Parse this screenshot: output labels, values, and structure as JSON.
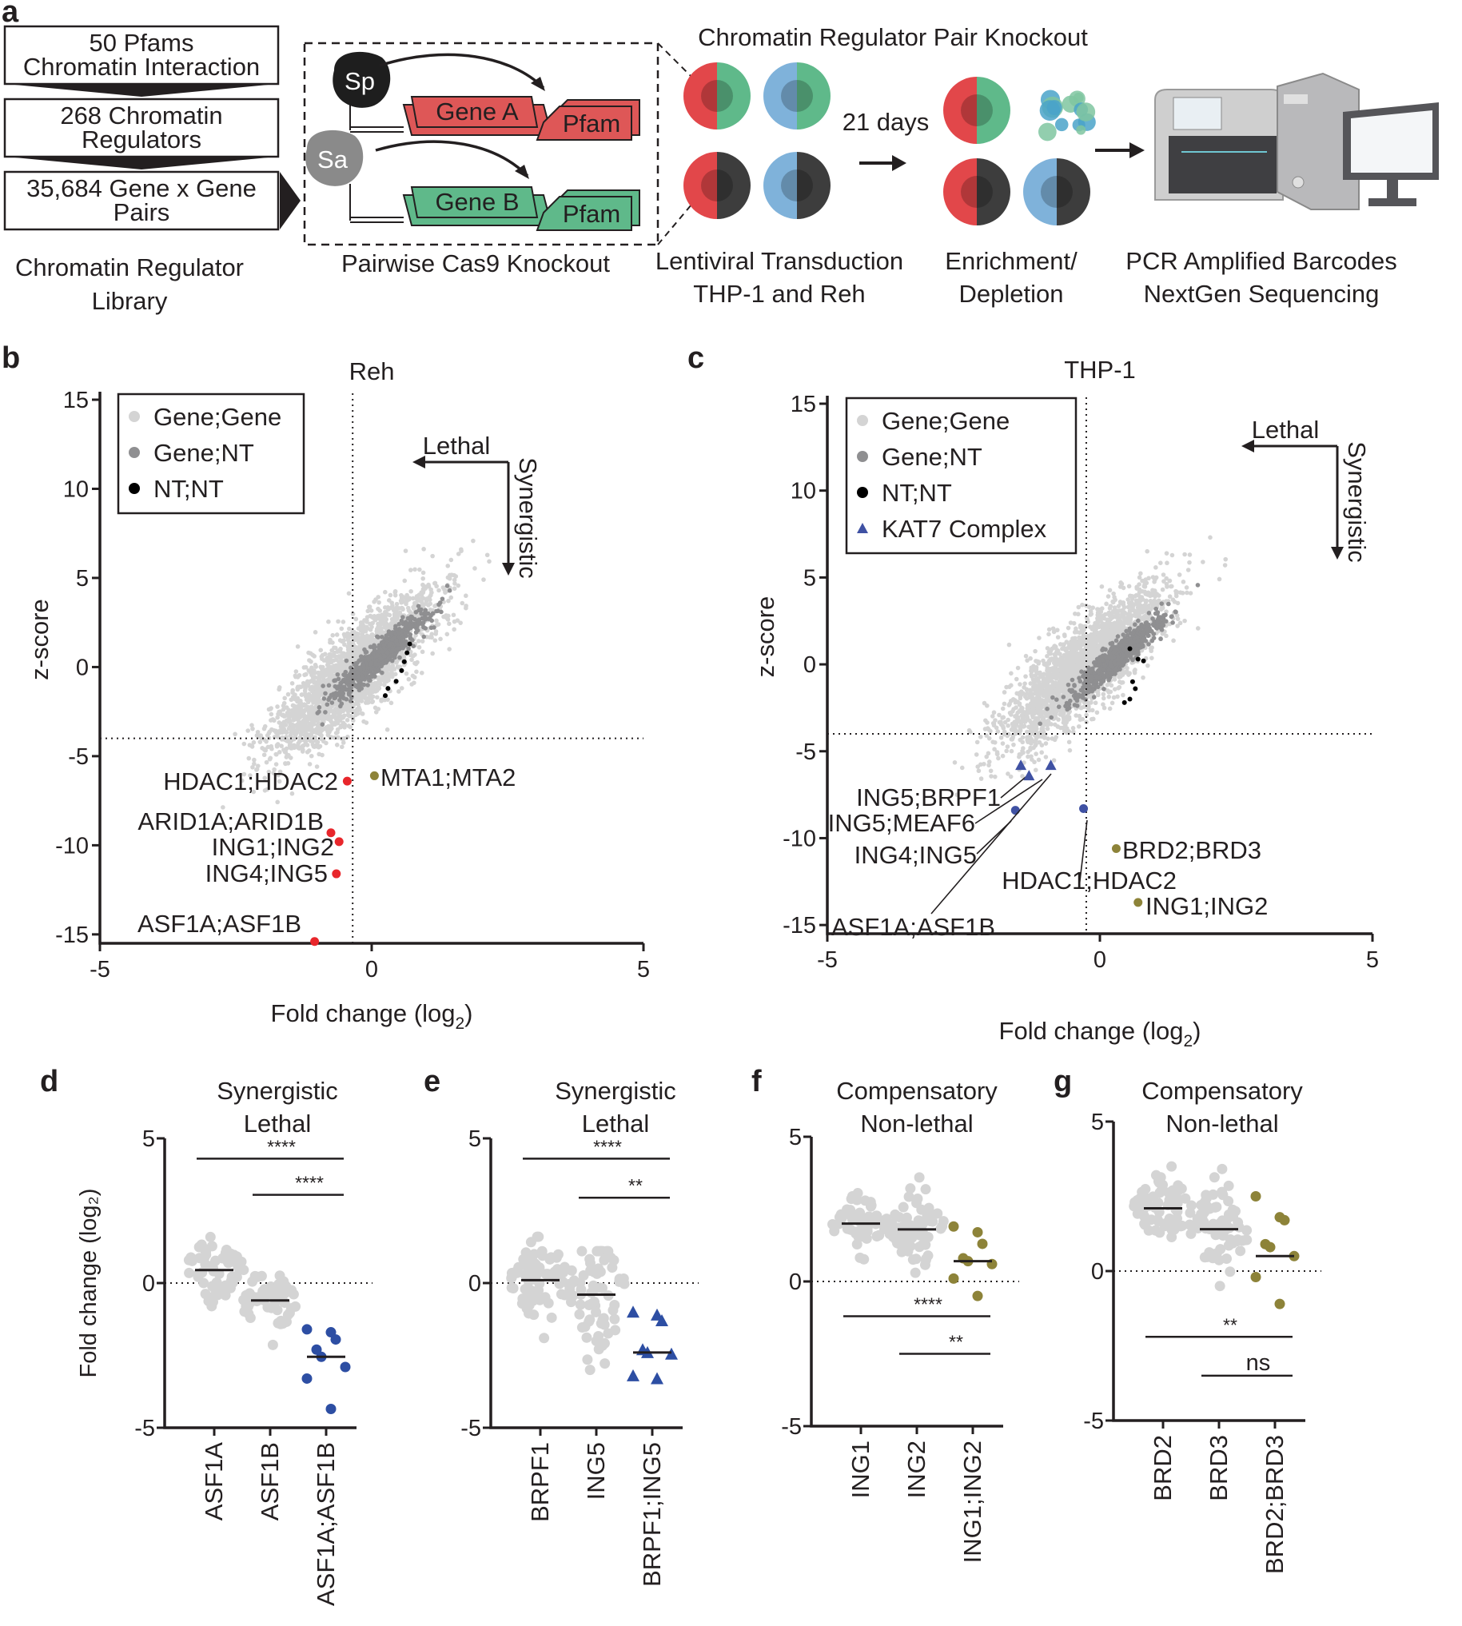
{
  "panel_a": {
    "label": "a",
    "library": {
      "steps": [
        "50 Pfams\nChromatin Interaction",
        "268 Chromatin\nRegulators",
        "35,684 Gene x Gene\nPairs"
      ],
      "caption": "Chromatin Regulator\nLibrary"
    },
    "knockout": {
      "sp": "Sp",
      "sa": "Sa",
      "gene_a": "Gene A",
      "gene_b": "Gene B",
      "pfam": "Pfam",
      "caption": "Pairwise Cas9 Knockout"
    },
    "title": "Chromatin Regulator Pair Knockout",
    "days": "21 days",
    "transduction_caption": "Lentiviral Transduction\nTHP-1 and Reh",
    "enrichment_caption": "Enrichment/\nDepletion",
    "sequencing_caption": "PCR Amplified Barcodes\nNextGen Sequencing",
    "colors": {
      "red": "#e2474a",
      "green": "#5fb98a",
      "blue": "#7fb2da",
      "dark": "#3d3d3d",
      "gene_a": "#de5757",
      "gene_b": "#5fb98a"
    }
  },
  "chart_data": [
    {
      "panel": "b",
      "type": "scatter",
      "title": "Reh",
      "xlabel": "Fold change (log",
      "xlabel_sub": "2",
      "xlabel_end": ")",
      "ylabel": "z-score",
      "xlim": [
        -5,
        5
      ],
      "ylim": [
        -15.5,
        15
      ],
      "xticks": [
        -5,
        0,
        5
      ],
      "yticks": [
        15,
        10,
        5,
        0,
        -5,
        -10,
        -15
      ],
      "xref": -0.35,
      "yref": -4,
      "legend": [
        {
          "name": "Gene;Gene",
          "color": "#d4d4d4",
          "marker": "circle"
        },
        {
          "name": "Gene;NT",
          "color": "#8f8f91",
          "marker": "circle"
        },
        {
          "name": "NT;NT",
          "color": "#000000",
          "marker": "circle"
        }
      ],
      "arrows": {
        "horizontal": "Lethal",
        "vertical": "Synergistic"
      },
      "clouds": {
        "gene_gene": {
          "cx": -0.35,
          "cy": -0.4
        },
        "gene_nt": {
          "cx": 0.15,
          "cy": 0.6
        }
      },
      "nt_nt": [
        [
          0.3,
          -1.2
        ],
        [
          0.45,
          -0.8
        ],
        [
          0.55,
          -0.2
        ],
        [
          0.6,
          0.3
        ],
        [
          0.65,
          0.8
        ],
        [
          0.7,
          1.3
        ],
        [
          0.25,
          -1.6
        ]
      ],
      "highlighted": [
        {
          "label": "HDAC1;HDAC2",
          "x": -0.45,
          "y": -6.4,
          "color": "#e8262b"
        },
        {
          "label": "MTA1;MTA2",
          "x": 0.05,
          "y": -6.1,
          "color": "#8d8339"
        },
        {
          "label": "ARID1A;ARID1B",
          "x": -0.75,
          "y": -9.3,
          "color": "#e8262b"
        },
        {
          "label": "ING1;ING2",
          "x": -0.6,
          "y": -9.8,
          "color": "#e8262b"
        },
        {
          "label": "ING4;ING5",
          "x": -0.65,
          "y": -11.6,
          "color": "#e8262b"
        },
        {
          "label": "ASF1A;ASF1B",
          "x": -1.05,
          "y": -15.4,
          "color": "#e8262b"
        }
      ]
    },
    {
      "panel": "c",
      "type": "scatter",
      "title": "THP-1",
      "xlabel": "Fold change (log",
      "xlabel_sub": "2",
      "xlabel_end": ")",
      "ylabel": "z-score",
      "xlim": [
        -5,
        5
      ],
      "ylim": [
        -15.5,
        15
      ],
      "xticks": [
        -5,
        0,
        5
      ],
      "yticks": [
        15,
        10,
        5,
        0,
        -5,
        -10,
        -15
      ],
      "xref": -0.25,
      "yref": -4,
      "legend": [
        {
          "name": "Gene;Gene",
          "color": "#d4d4d4",
          "marker": "circle"
        },
        {
          "name": "Gene;NT",
          "color": "#8f8f91",
          "marker": "circle"
        },
        {
          "name": "NT;NT",
          "color": "#000000",
          "marker": "circle"
        },
        {
          "name": "KAT7 Complex",
          "color": "#3f51a3",
          "marker": "triangle"
        }
      ],
      "arrows": {
        "horizontal": "Lethal",
        "vertical": "Synergistic"
      },
      "clouds": {
        "gene_gene": {
          "cx": -0.3,
          "cy": -0.2
        },
        "gene_nt": {
          "cx": 0.3,
          "cy": 0.4
        }
      },
      "nt_nt": [
        [
          0.55,
          0.9
        ],
        [
          0.7,
          0.3
        ],
        [
          0.8,
          0.2
        ],
        [
          0.6,
          -1.0
        ],
        [
          0.65,
          -1.4
        ],
        [
          0.55,
          -2.0
        ],
        [
          0.45,
          -2.2
        ]
      ],
      "highlighted": [
        {
          "label": "ING5;BRPF1",
          "x": -1.45,
          "y": -5.8,
          "color": "#3f51a3",
          "marker": "triangle"
        },
        {
          "label": "ING5;MEAF6",
          "x": -1.3,
          "y": -6.4,
          "color": "#3f51a3",
          "marker": "triangle"
        },
        {
          "label": "",
          "x": -0.9,
          "y": -5.8,
          "color": "#3f51a3",
          "marker": "triangle"
        },
        {
          "label": "ING4;ING5",
          "x": -1.55,
          "y": -8.4,
          "color": "#3f51a3",
          "marker": "circle"
        },
        {
          "label": "HDAC1;HDAC2",
          "x": -0.3,
          "y": -8.3,
          "color": "#3f51a3",
          "marker": "circle"
        },
        {
          "label": "BRD2;BRD3",
          "x": 0.3,
          "y": -10.6,
          "color": "#8d8339",
          "marker": "circle"
        },
        {
          "label": "ING1;ING2",
          "x": 0.7,
          "y": -13.7,
          "color": "#8d8339",
          "marker": "circle"
        },
        {
          "label": "ASF1A;ASF1B",
          "x": null,
          "y": null
        }
      ]
    },
    {
      "panel": "d",
      "type": "scatter",
      "title": "Synergistic\nLethal",
      "ylabel": "Fold change (log₂)",
      "ylim": [
        -5,
        5
      ],
      "yticks": [
        5,
        0,
        -5
      ],
      "categories": [
        "ASF1A",
        "ASF1B",
        "ASF1A;ASF1B"
      ],
      "medians": [
        0.45,
        -0.6,
        -2.55
      ],
      "groups": [
        {
          "color": "#d4d4d4",
          "center": 0.45,
          "spread": 0.55,
          "min": -0.8,
          "max": 2.7,
          "n": 60
        },
        {
          "color": "#d4d4d4",
          "center": -0.6,
          "spread": 0.6,
          "min": -2.2,
          "max": 1.0,
          "n": 60
        },
        {
          "color": "#2d4ea3",
          "marker": "circle",
          "points": [
            -1.6,
            -1.7,
            -1.95,
            -2.3,
            -2.55,
            -2.9,
            -3.3,
            -4.35
          ]
        }
      ],
      "significance": [
        {
          "from": 0,
          "to": 2,
          "label": "****",
          "y": 4.3
        },
        {
          "from": 1,
          "to": 2,
          "label": "****",
          "y": 3.05
        }
      ]
    },
    {
      "panel": "e",
      "type": "scatter",
      "title": "Synergistic\nLethal",
      "ylim": [
        -5,
        5
      ],
      "yticks": [
        5,
        0,
        -5
      ],
      "categories": [
        "BRPF1",
        "ING5",
        "BRPF1;ING5"
      ],
      "medians": [
        0.1,
        -0.4,
        -2.4
      ],
      "groups": [
        {
          "color": "#d4d4d4",
          "center": 0.1,
          "spread": 0.75,
          "min": -1.9,
          "max": 1.6,
          "n": 70
        },
        {
          "color": "#d4d4d4",
          "center": -0.4,
          "spread": 1.1,
          "min": -3.0,
          "max": 1.1,
          "n": 70
        },
        {
          "color": "#2d4ea3",
          "marker": "triangle",
          "points": [
            -1.0,
            -1.1,
            -1.3,
            -2.3,
            -2.4,
            -2.45,
            -3.2,
            -3.3
          ]
        }
      ],
      "significance": [
        {
          "from": 0,
          "to": 2,
          "label": "****",
          "y": 4.3
        },
        {
          "from": 1,
          "to": 2,
          "label": "**",
          "y": 2.95
        }
      ]
    },
    {
      "panel": "f",
      "type": "scatter",
      "title": "Compensatory\nNon-lethal",
      "ylim": [
        -5,
        5
      ],
      "yticks": [
        5,
        0,
        -5
      ],
      "categories": [
        "ING1",
        "ING2",
        "ING1;ING2"
      ],
      "medians": [
        2.0,
        1.8,
        0.7
      ],
      "groups": [
        {
          "color": "#d4d4d4",
          "center": 2.0,
          "spread": 0.45,
          "min": 0.6,
          "max": 3.1,
          "n": 60
        },
        {
          "color": "#d4d4d4",
          "center": 1.8,
          "spread": 0.6,
          "min": 0.3,
          "max": 4.4,
          "n": 70
        },
        {
          "color": "#8d8339",
          "marker": "circle",
          "points": [
            1.9,
            1.7,
            1.3,
            0.8,
            0.7,
            0.6,
            0.1,
            -0.5
          ]
        }
      ],
      "significance": [
        {
          "from": 0,
          "to": 2,
          "label": "****",
          "y": -1.2
        },
        {
          "from": 1,
          "to": 2,
          "label": "**",
          "y": -2.5
        }
      ]
    },
    {
      "panel": "g",
      "type": "scatter",
      "title": "Compensatory\nNon-lethal",
      "ylim": [
        -5,
        5
      ],
      "yticks": [
        5,
        0,
        -5
      ],
      "categories": [
        "BRD2",
        "BRD3",
        "BRD2;BRD3"
      ],
      "medians": [
        2.1,
        1.4,
        0.5
      ],
      "groups": [
        {
          "color": "#d4d4d4",
          "center": 2.1,
          "spread": 0.55,
          "min": 0.4,
          "max": 3.5,
          "n": 70
        },
        {
          "color": "#d4d4d4",
          "center": 1.4,
          "spread": 0.75,
          "min": -0.5,
          "max": 4.5,
          "n": 70
        },
        {
          "color": "#8d8339",
          "marker": "circle",
          "points": [
            2.5,
            1.8,
            1.7,
            0.9,
            0.8,
            0.5,
            -0.2,
            -1.1
          ]
        }
      ],
      "significance": [
        {
          "from": 0,
          "to": 2,
          "label": "**",
          "y": -2.2
        },
        {
          "from": 1,
          "to": 2,
          "label": "ns",
          "y": -3.5
        }
      ]
    }
  ]
}
